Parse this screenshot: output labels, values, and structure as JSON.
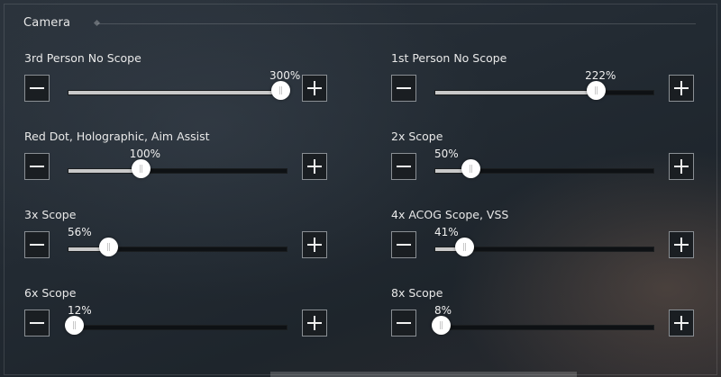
{
  "section": {
    "title": "Camera"
  },
  "settings": [
    {
      "label": "3rd Person No Scope",
      "value_text": "300%",
      "fill": 1.0
    },
    {
      "label": "1st Person No Scope",
      "value_text": "222%",
      "fill": 0.74
    },
    {
      "label": "Red Dot, Holographic, Aim Assist",
      "value_text": "100%",
      "fill": 0.33
    },
    {
      "label": "2x Scope",
      "value_text": "50%",
      "fill": 0.16
    },
    {
      "label": "3x Scope",
      "value_text": "56%",
      "fill": 0.18
    },
    {
      "label": "4x ACOG Scope, VSS",
      "value_text": "41%",
      "fill": 0.13
    },
    {
      "label": "6x Scope",
      "value_text": "12%",
      "fill": 0.02
    },
    {
      "label": "8x Scope",
      "value_text": "8%",
      "fill": 0.01
    }
  ]
}
